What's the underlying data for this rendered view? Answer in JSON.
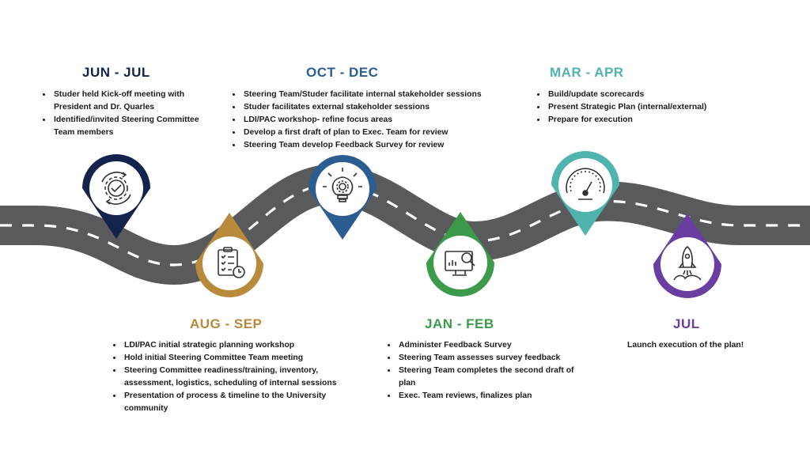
{
  "colors": {
    "road": "#595a5c",
    "lane": "#ffffff",
    "jun_jul": "#13234b",
    "aug_sep": "#b88a3c",
    "oct_dec": "#2c5d91",
    "jan_feb": "#3e9a4b",
    "mar_apr": "#4fb3ae",
    "jul": "#6a3ea1"
  },
  "phases": {
    "jun_jul": {
      "title": "JUN - JUL",
      "icon": "gear-cycle-icon",
      "items": [
        "Studer held Kick-off meeting with President and Dr. Quarles",
        "Identified/invited Steering Committee Team members"
      ]
    },
    "aug_sep": {
      "title": "AUG - SEP",
      "icon": "checklist-clock-icon",
      "items": [
        "LDI/PAC initial strategic planning workshop",
        "Hold initial Steering Committee Team meeting",
        "Steering Committee readiness/training, inventory, assessment, logistics, scheduling of internal sessions",
        "Presentation of process & timeline to the University community"
      ]
    },
    "oct_dec": {
      "title": "OCT - DEC",
      "icon": "lightbulb-gear-icon",
      "items": [
        "Steering Team/Studer facilitate internal stakeholder sessions",
        "Studer facilitates external stakeholder sessions",
        "LDI/PAC workshop- refine focus areas",
        "Develop a first draft of plan to Exec. Team for review",
        "Steering Team develop Feedback Survey for review"
      ]
    },
    "jan_feb": {
      "title": "JAN - FEB",
      "icon": "monitor-chart-search-icon",
      "items": [
        "Administer Feedback Survey",
        "Steering Team assesses survey feedback",
        "Steering Team completes the second draft of plan",
        "Exec. Team reviews, finalizes plan"
      ]
    },
    "mar_apr": {
      "title": "MAR - APR",
      "icon": "gauge-icon",
      "items": [
        "Build/update scorecards",
        "Present Strategic Plan (internal/external)",
        "Prepare for execution"
      ]
    },
    "jul": {
      "title": "JUL",
      "icon": "rocket-launch-icon",
      "text": "Launch execution of the plan!"
    }
  }
}
